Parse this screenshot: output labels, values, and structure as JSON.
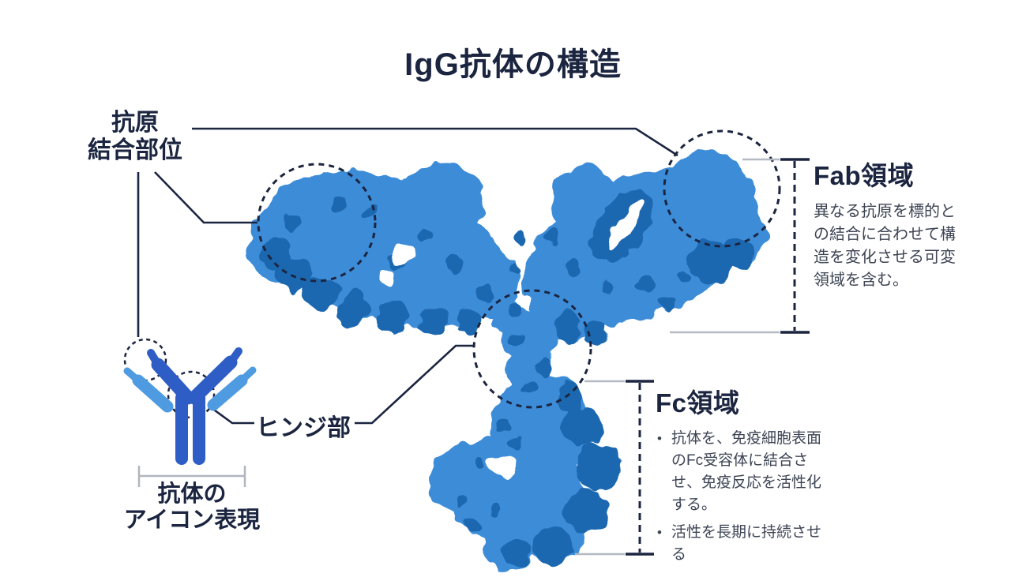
{
  "title": "IgG抗体の構造",
  "labels": {
    "antigen_binding_site": {
      "line1": "抗原",
      "line2": "結合部位"
    },
    "hinge": "ヒンジ部",
    "icon_caption": {
      "line1": "抗体の",
      "line2": "アイコン表現"
    }
  },
  "callouts": {
    "fab": {
      "heading": "Fab領域",
      "body": "異なる抗原を標的との結合に合わせて構造を変化させる可変領域を含む。"
    },
    "fc": {
      "heading": "Fc領域",
      "bullets": [
        "抗体を、免疫細胞表面のFc受容体に結合させ、免疫反応を活性化する。",
        "活性を長期に持続させる"
      ]
    }
  },
  "colors": {
    "heading_navy": "#1b2540",
    "body_text": "#3d4454",
    "molecule_mid_blue": "#3e8cd8",
    "molecule_dark_blue": "#1c67b0",
    "icon_heavy_chain_blue": "#2e5ec5",
    "icon_light_chain_blue": "#4e9be1",
    "leader_gray": "#b5bac2"
  }
}
